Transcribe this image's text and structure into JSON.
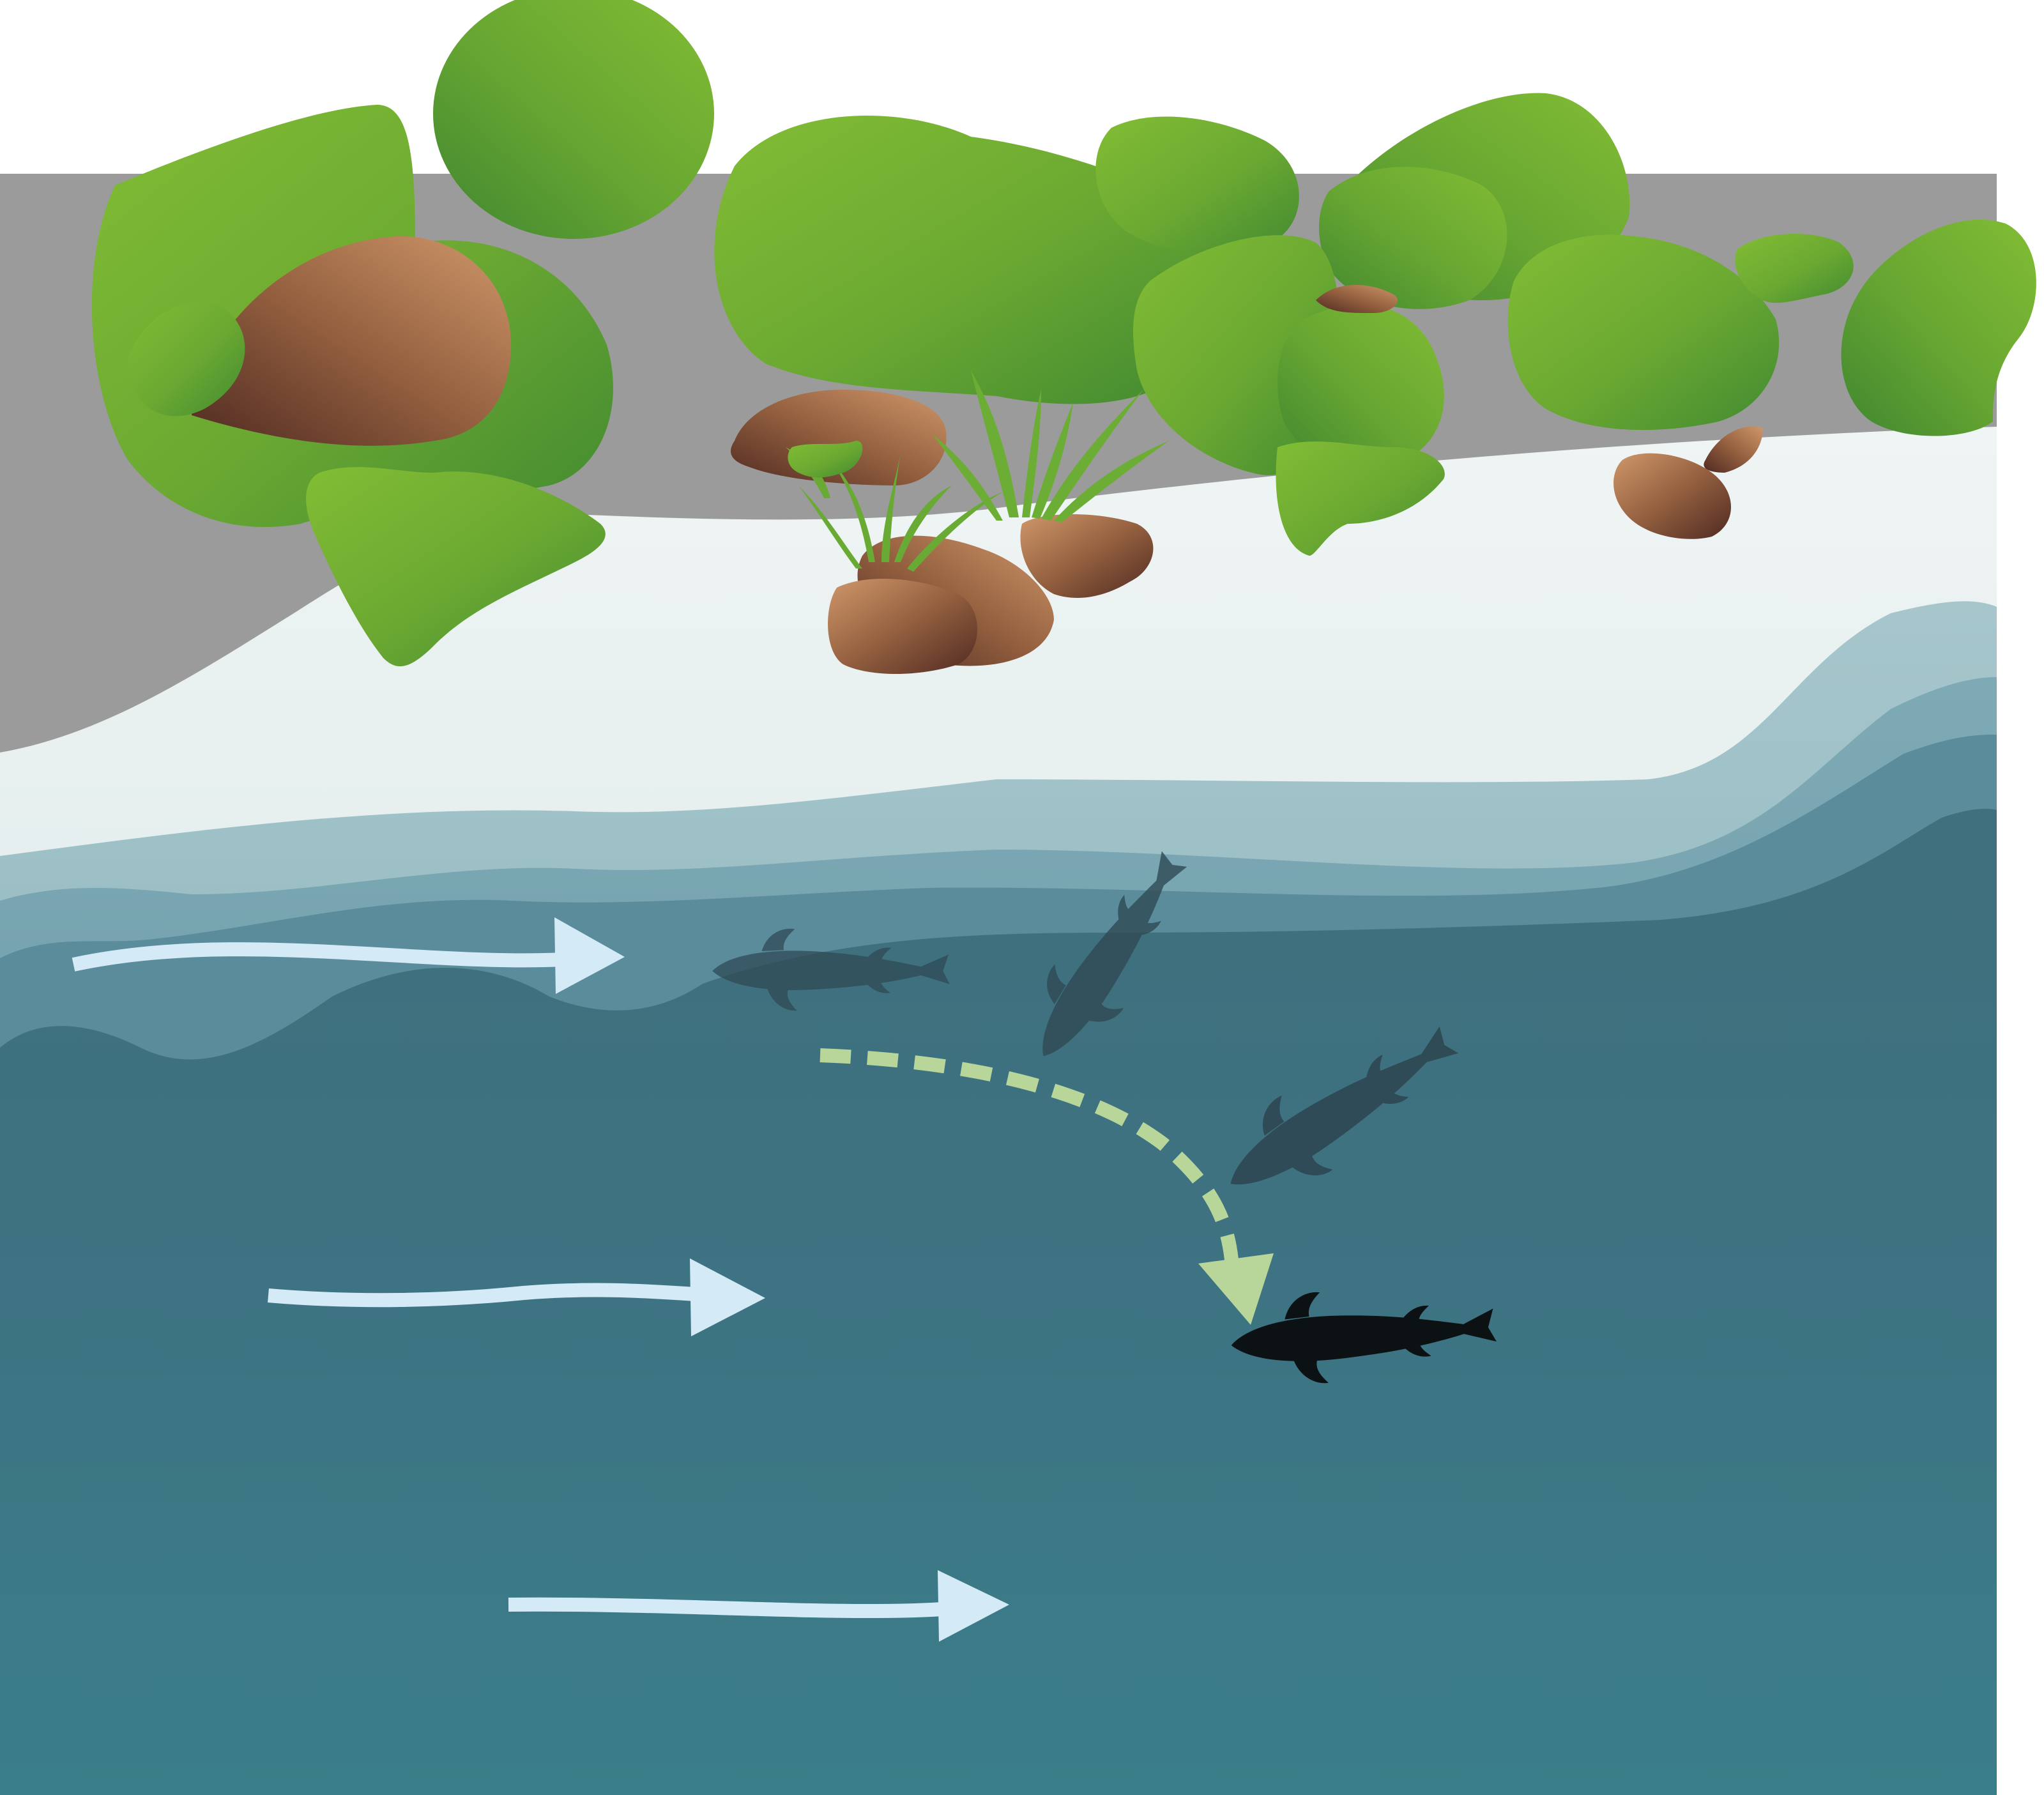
{
  "diagram": {
    "kind": "river-cross-section-illustration",
    "description_elements": {
      "bank": "grass-and-rock-bank",
      "water": "flowing-river",
      "current_arrows": 3,
      "fish": 4,
      "movement_path": "dashed-curved-arrow"
    }
  },
  "colors": {
    "bank_gray": "#9b9b9b",
    "shore_light": "#e9f0ef",
    "water_deep": "#3d7382",
    "water_bottom": "#3b7e89",
    "water_mid": "#4d8a98",
    "water_light": "#93bcc3",
    "leaf_light": "#82bd34",
    "leaf_dark": "#428a31",
    "rock_light": "#c98f5e",
    "rock_dark": "#5a2f25",
    "current_arrow": "#d4ebf7",
    "path_arrow": "#b9d69a",
    "fish_dark": "#0c1114",
    "fish_faded": "#2f4a55"
  },
  "icons": {
    "current": "flow-arrow-icon",
    "path": "dashed-path-arrow-icon",
    "fish": "fish-icon",
    "rock": "rock-icon",
    "leaf": "foliage-icon",
    "grass": "grass-tuft-icon"
  }
}
